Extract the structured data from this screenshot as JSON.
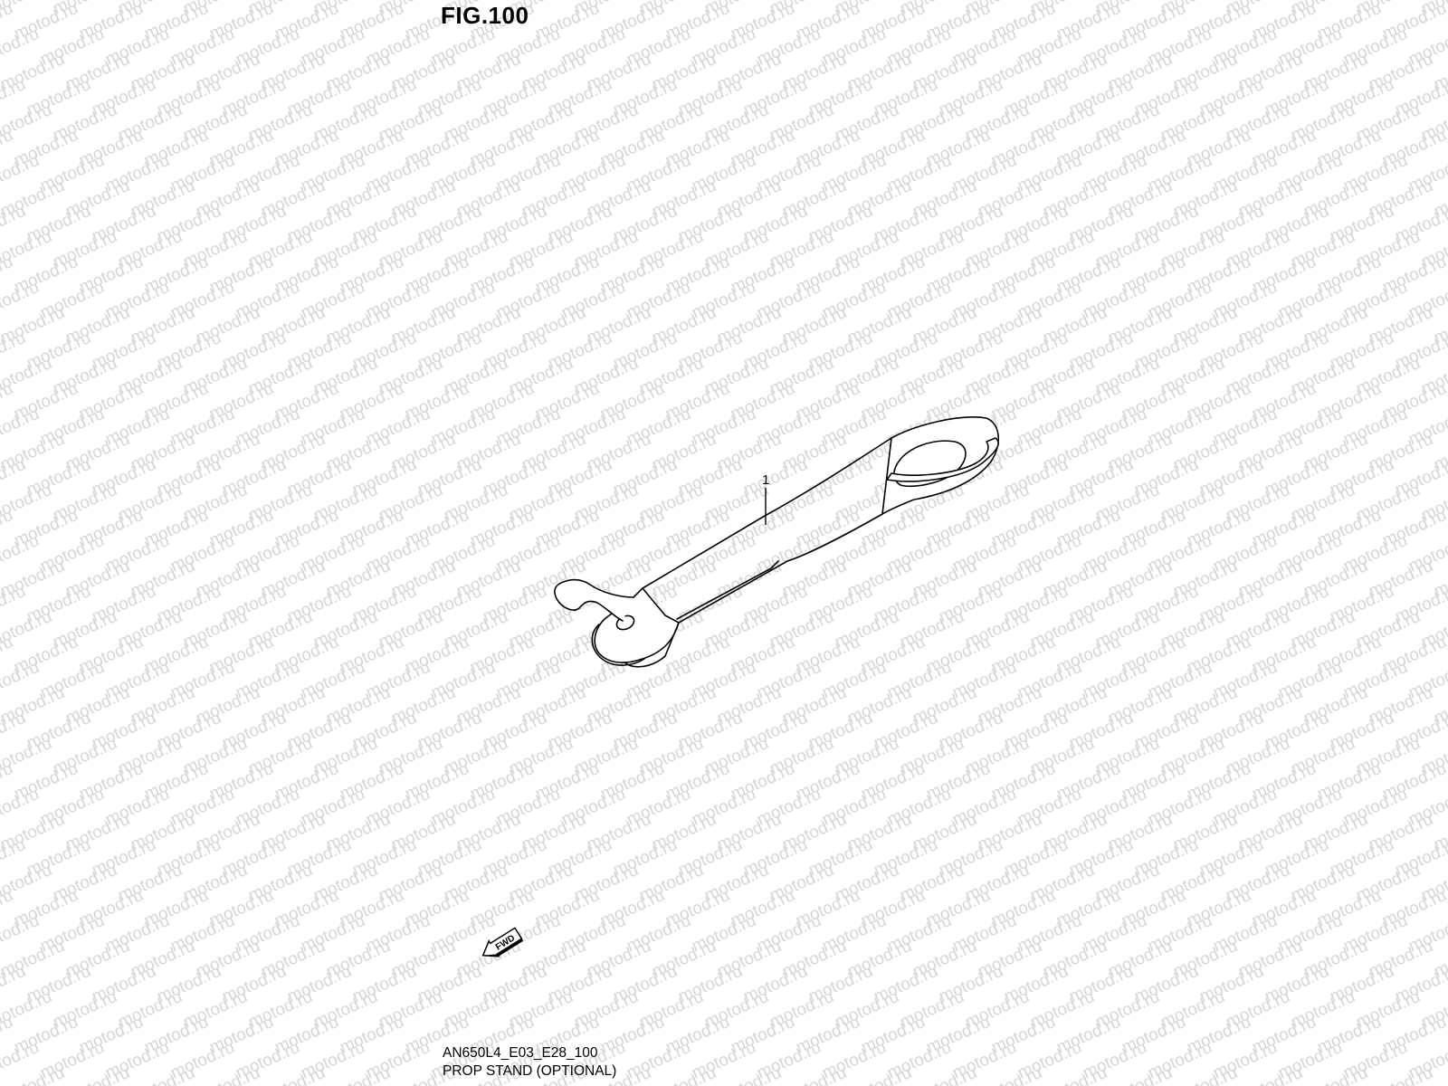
{
  "figure": {
    "title": "FIG.100"
  },
  "callouts": [
    {
      "number": "1"
    }
  ],
  "fwd_badge": {
    "label": "FWD"
  },
  "footer": {
    "code": "AN650L4_E03_E28_100",
    "caption": "PROP STAND (OPTIONAL)"
  },
  "watermark": {
    "text": "motod.ru",
    "color": "#d6d6d6"
  },
  "colors": {
    "line": "#000000",
    "background": "#ffffff"
  }
}
